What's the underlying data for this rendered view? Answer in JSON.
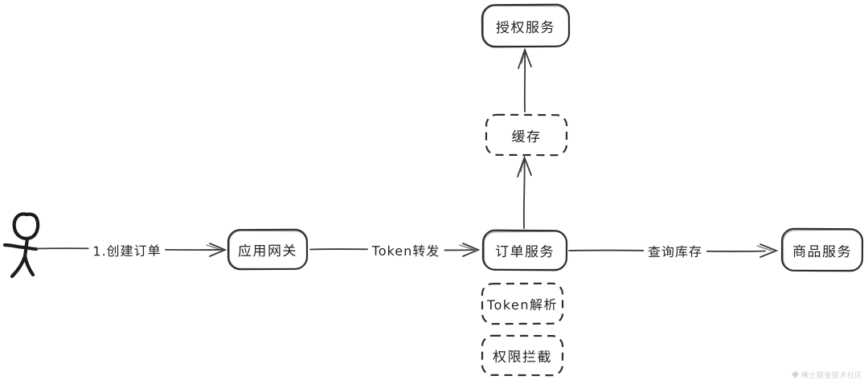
{
  "diagram_type": "hand-drawn architecture flow diagram",
  "actor": {
    "icon": "stick-figure-icon",
    "role": "用户"
  },
  "nodes": [
    {
      "id": "auth-service",
      "label": "授权服务",
      "style": "solid"
    },
    {
      "id": "cache",
      "label": "缓存",
      "style": "dashed"
    },
    {
      "id": "order-service",
      "label": "订单服务",
      "style": "solid"
    },
    {
      "id": "token-parse",
      "label": "Token解析",
      "style": "dashed"
    },
    {
      "id": "perm-intercept",
      "label": "权限拦截",
      "style": "dashed"
    },
    {
      "id": "app-gateway",
      "label": "应用网关",
      "style": "solid"
    },
    {
      "id": "product-service",
      "label": "商品服务",
      "style": "solid"
    }
  ],
  "edges": [
    {
      "from": "用户",
      "to": "应用网关",
      "label": "1.创建订单",
      "direction": "right"
    },
    {
      "from": "应用网关",
      "to": "订单服务",
      "label": "Token转发",
      "direction": "right"
    },
    {
      "from": "订单服务",
      "to": "商品服务",
      "label": "查询库存",
      "direction": "right"
    },
    {
      "from": "订单服务",
      "to": "缓存",
      "label": "",
      "direction": "up"
    },
    {
      "from": "缓存",
      "to": "授权服务",
      "label": "",
      "direction": "up"
    }
  ],
  "colors": {
    "ink": "#2e2e2e",
    "text": "#222222",
    "background": "#ffffff",
    "watermark": "#cfcfcf"
  },
  "watermark": {
    "text": "稀土掘金技术社区"
  }
}
